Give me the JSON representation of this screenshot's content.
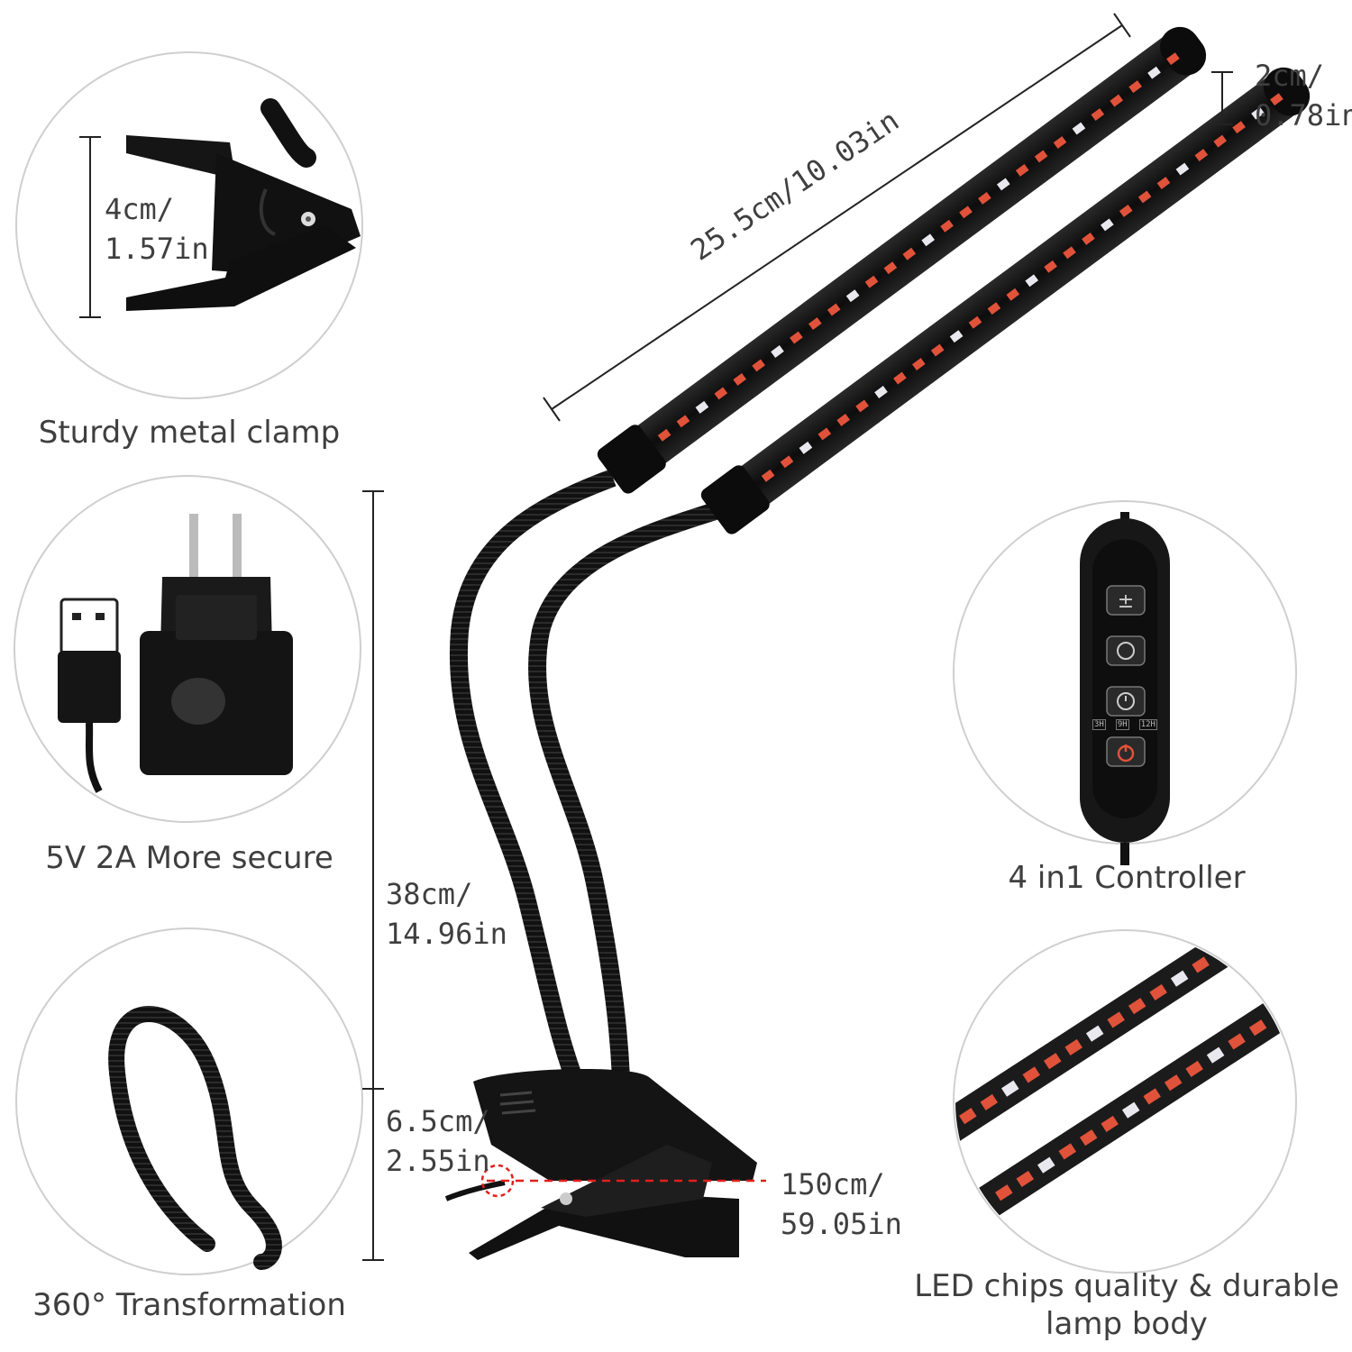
{
  "features": [
    {
      "caption": "Sturdy metal clamp",
      "dim_line1": "4cm/",
      "dim_line2": "1.57in"
    },
    {
      "caption": "5V 2A More secure"
    },
    {
      "caption": "360° Transformation"
    },
    {
      "caption": "4 in1 Controller"
    },
    {
      "caption_line1": "LED chips quality & durable",
      "caption_line2": "lamp body"
    }
  ],
  "dimensions": {
    "length": "25.5cm/10.03in",
    "diameter_line1": "2cm/",
    "diameter_line2": "0.78in",
    "height_line1": "38cm/",
    "height_line2": "14.96in",
    "clamp_line1": "6.5cm/",
    "clamp_line2": "2.55in",
    "cable_line1": "150cm/",
    "cable_line2": "59.05in"
  },
  "controller": {
    "timer_options": [
      "3H",
      "9H",
      "12H"
    ],
    "buttons": [
      "brightness-icon",
      "cycle-icon",
      "timer-icon",
      "power-icon"
    ]
  },
  "colors": {
    "led_red": "#e0523a",
    "led_white": "#e8e8ee",
    "body": "#141414",
    "dashed_marker": "#e0201c"
  }
}
